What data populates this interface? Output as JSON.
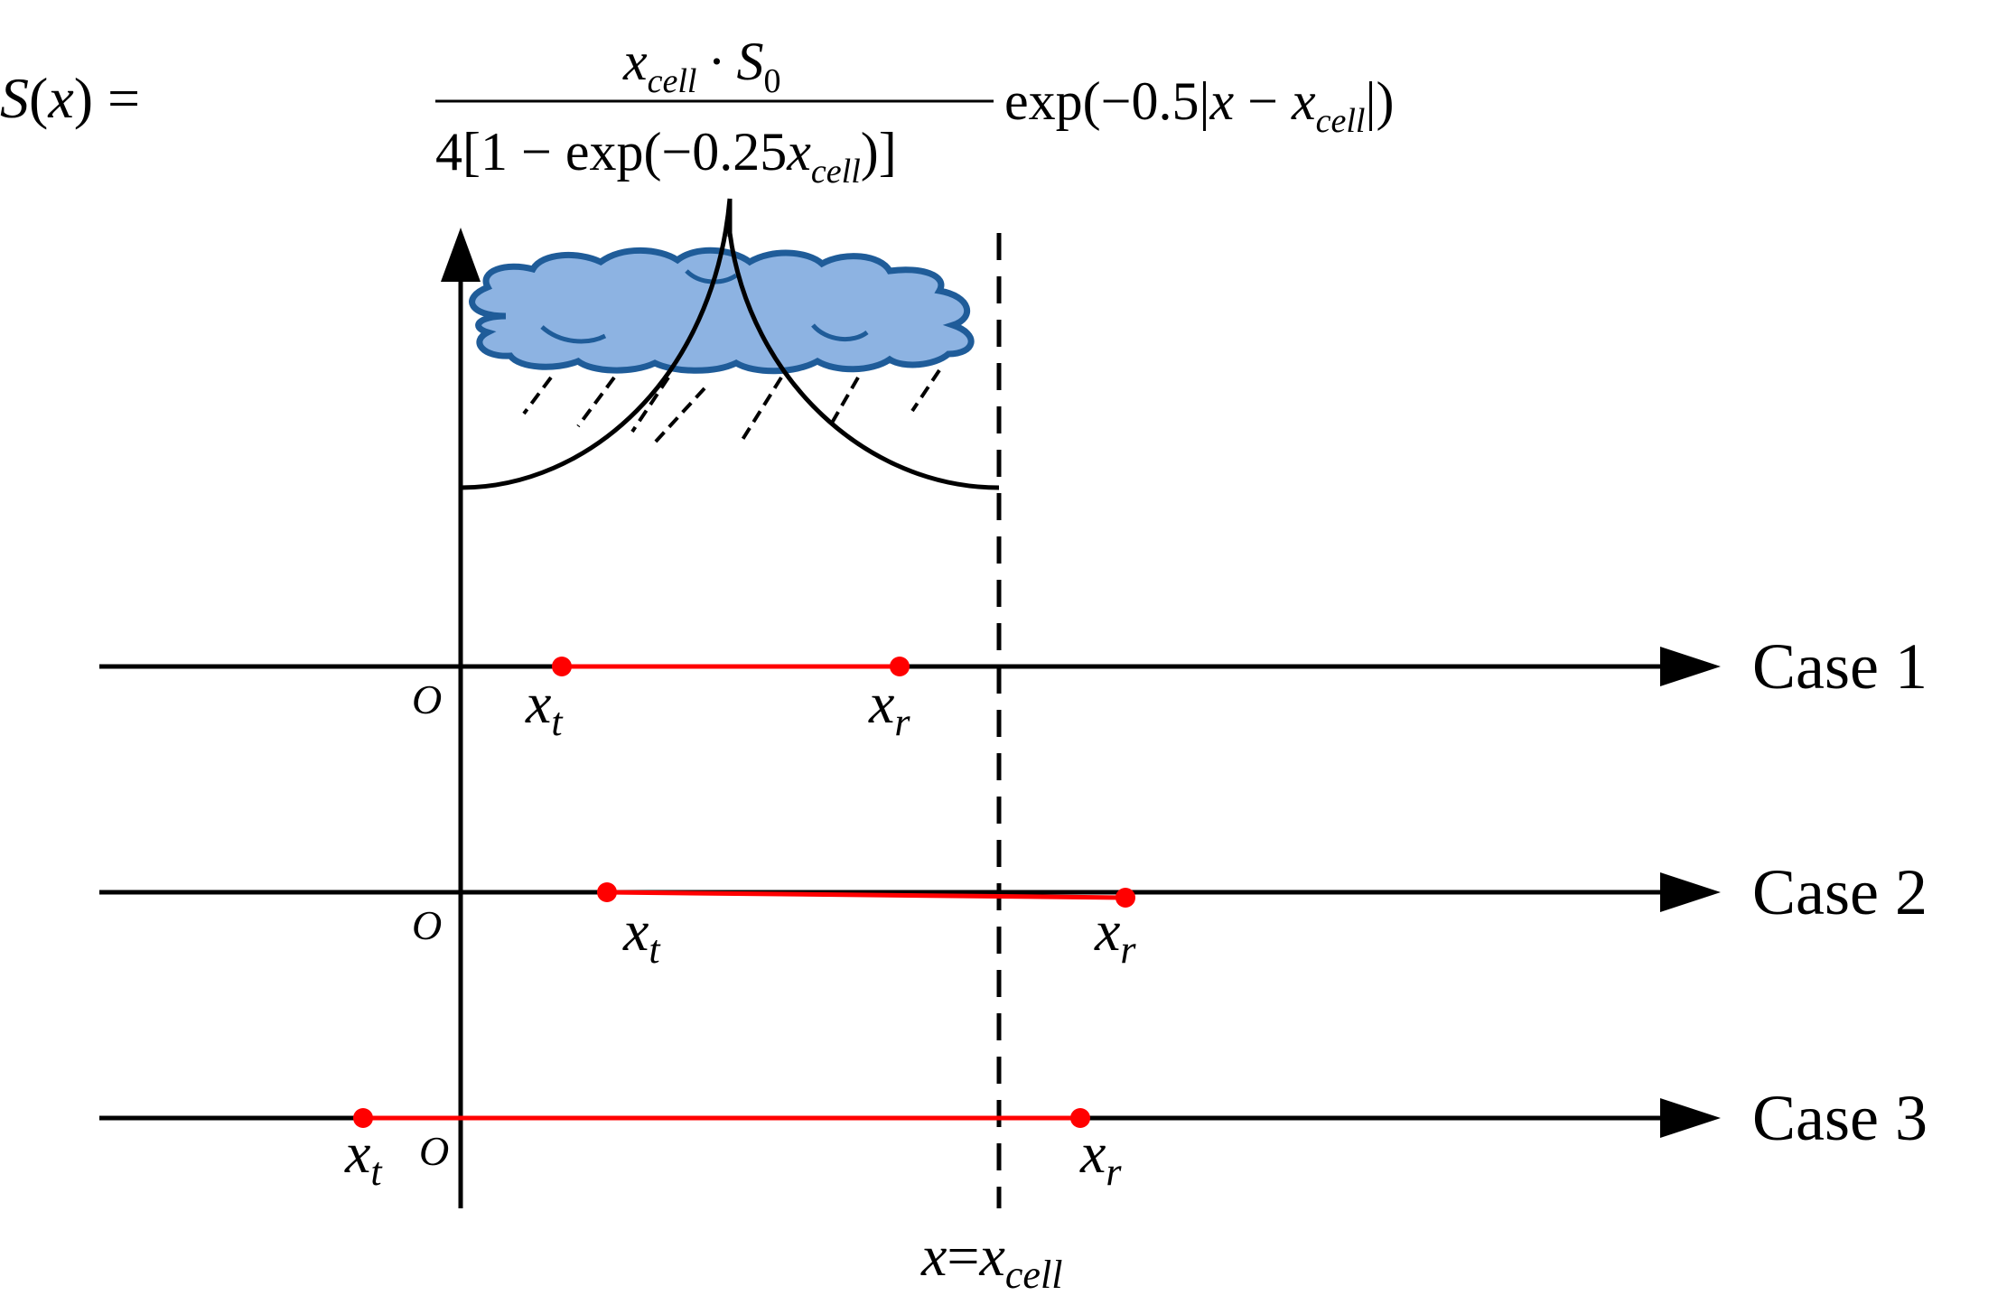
{
  "formula": {
    "lhs_S": "S",
    "lhs_open": "(",
    "lhs_x": "x",
    "lhs_close_eq": ") =",
    "num_x": "x",
    "num_cell": "cell",
    "num_dot": "·",
    "num_S": "S",
    "num_zero": "0",
    "den_prefix": "4[1 − exp(−0.25",
    "den_x": "x",
    "den_cell": "cell",
    "den_suffix": ")]",
    "rhs_prefix": "exp(−0.5|",
    "rhs_x": "x",
    "rhs_minus": " − ",
    "rhs_x2": "x",
    "rhs_cell": "cell",
    "rhs_suffix": "|)"
  },
  "cases": [
    {
      "label": "Case 1",
      "origin": "O",
      "xt": "x",
      "xt_sub": "t",
      "xr": "x",
      "xr_sub": "r"
    },
    {
      "label": "Case 2",
      "origin": "O",
      "xt": "x",
      "xt_sub": "t",
      "xr": "x",
      "xr_sub": "r"
    },
    {
      "label": "Case 3",
      "origin": "O",
      "xt": "x",
      "xt_sub": "t",
      "xr": "x",
      "xr_sub": "r"
    }
  ],
  "boundary": {
    "x": "x",
    "eq": "=",
    "x2": "x",
    "sub": "cell"
  },
  "colors": {
    "axis": "#000000",
    "path": "#ff0000",
    "cloud_fill": "#8db3e2",
    "cloud_stroke": "#1f5c99"
  },
  "icons": {
    "cloud": "rain-cloud-icon"
  }
}
